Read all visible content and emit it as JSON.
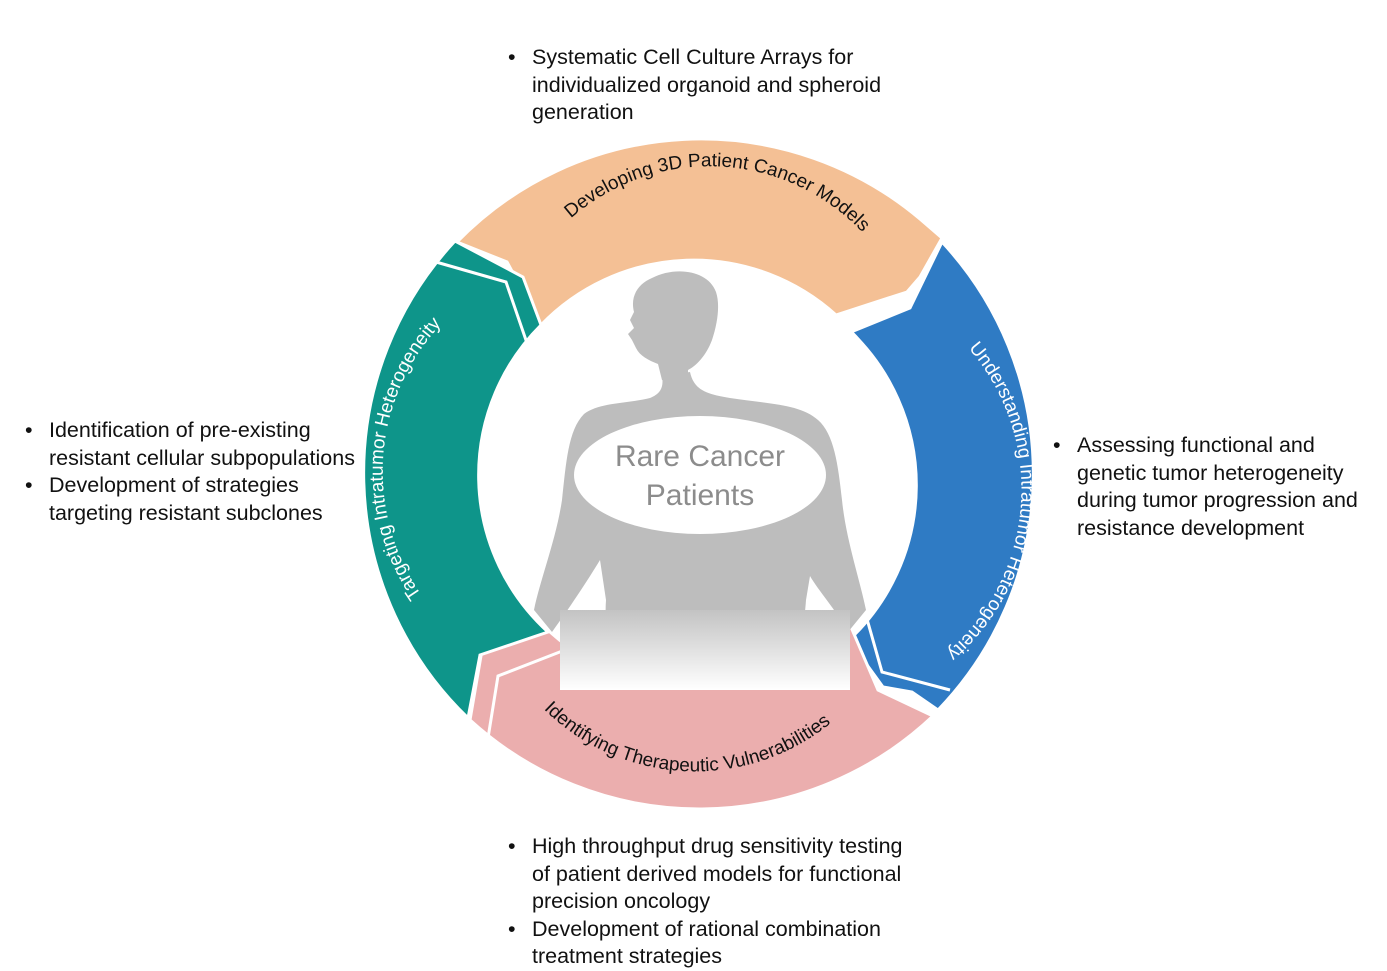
{
  "center": {
    "line1": "Rare Cancer",
    "line2": "Patients"
  },
  "segments": {
    "top": {
      "label": "Developing 3D Patient Cancer Models",
      "color": "#F4C095"
    },
    "right": {
      "label": "Understanding Intratumor Heterogeneity",
      "color": "#2F7BC4"
    },
    "bottom": {
      "label": "Identifying Therapeutic Vulnerabilities",
      "color": "#EBAEAE"
    },
    "left": {
      "label": "Targeting Intratumor Heterogeneity",
      "color": "#0E958A"
    }
  },
  "notes": {
    "top": [
      "Systematic Cell Culture Arrays for individualized organoid and spheroid generation"
    ],
    "right": [
      "Assessing functional and genetic tumor heterogeneity during tumor progression and resistance development"
    ],
    "bottom": [
      "High throughput drug sensitivity testing of patient derived models for functional precision oncology",
      "Development of rational combination treatment strategies"
    ],
    "left": [
      "Identification of pre-existing resistant cellular subpopulations",
      "Development of strategies targeting resistant subclones"
    ]
  }
}
